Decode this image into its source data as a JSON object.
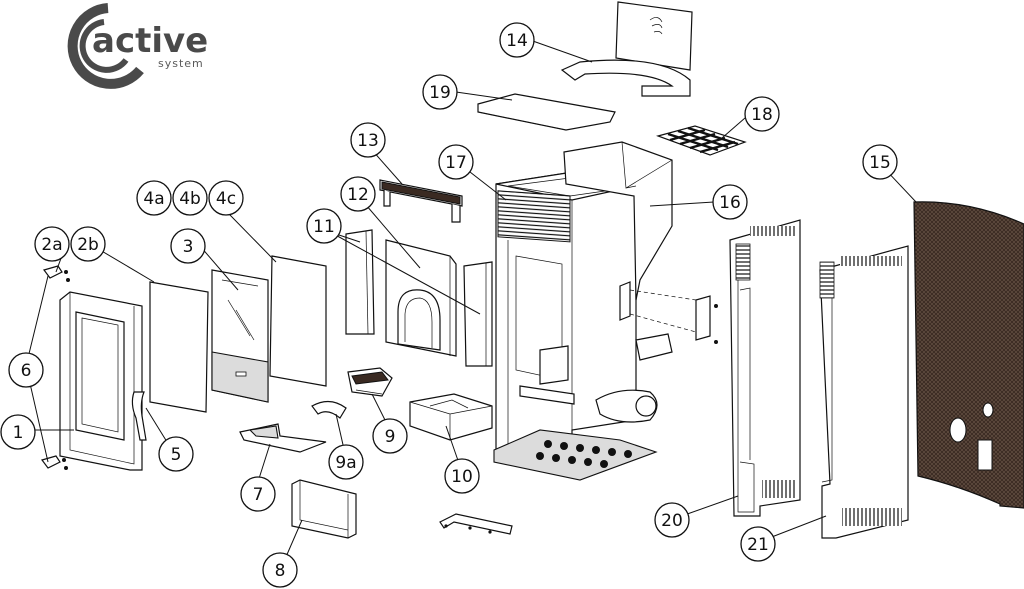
{
  "logo": {
    "brand_text": "active",
    "sub_text": "system",
    "accent_color": "#4a4a4a"
  },
  "labels": [
    {
      "id": "14",
      "text": "14"
    },
    {
      "id": "19",
      "text": "19"
    },
    {
      "id": "18",
      "text": "18"
    },
    {
      "id": "13",
      "text": "13"
    },
    {
      "id": "17",
      "text": "17"
    },
    {
      "id": "15",
      "text": "15"
    },
    {
      "id": "16",
      "text": "16"
    },
    {
      "id": "12",
      "text": "12"
    },
    {
      "id": "11",
      "text": "11"
    },
    {
      "id": "4a",
      "text": "4a"
    },
    {
      "id": "4b",
      "text": "4b"
    },
    {
      "id": "4c",
      "text": "4c"
    },
    {
      "id": "3",
      "text": "3"
    },
    {
      "id": "2a",
      "text": "2a"
    },
    {
      "id": "2b",
      "text": "2b"
    },
    {
      "id": "6",
      "text": "6"
    },
    {
      "id": "1",
      "text": "1"
    },
    {
      "id": "5",
      "text": "5"
    },
    {
      "id": "7",
      "text": "7"
    },
    {
      "id": "9a",
      "text": "9a"
    },
    {
      "id": "9",
      "text": "9"
    },
    {
      "id": "10",
      "text": "10"
    },
    {
      "id": "8",
      "text": "8"
    },
    {
      "id": "20",
      "text": "20"
    },
    {
      "id": "21",
      "text": "21"
    }
  ]
}
